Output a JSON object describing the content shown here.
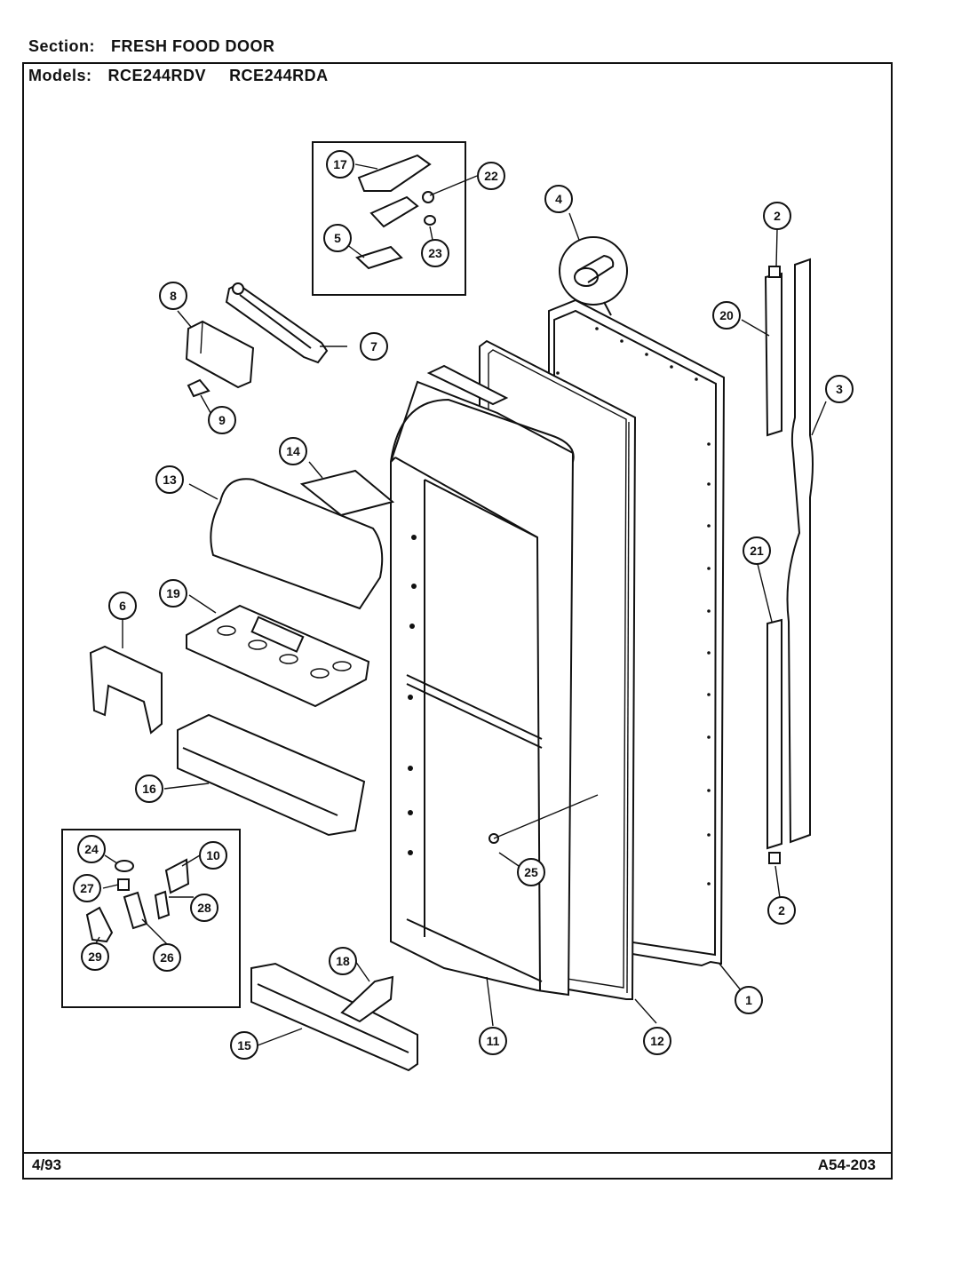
{
  "header": {
    "section_label": "Section:",
    "section_value": "FRESH FOOD DOOR",
    "models_label": "Models:",
    "model_1": "RCE244RDV",
    "model_2": "RCE244RDA"
  },
  "footer": {
    "date": "4/93",
    "diagram_code": "A54-203"
  },
  "callouts": [
    "1",
    "2",
    "3",
    "4",
    "5",
    "6",
    "7",
    "8",
    "9",
    "10",
    "11",
    "12",
    "13",
    "14",
    "15",
    "16",
    "17",
    "18",
    "19",
    "20",
    "21",
    "22",
    "23",
    "24",
    "25",
    "26",
    "27",
    "28",
    "29"
  ],
  "colors": {
    "ink": "#111111",
    "paper": "#ffffff"
  }
}
